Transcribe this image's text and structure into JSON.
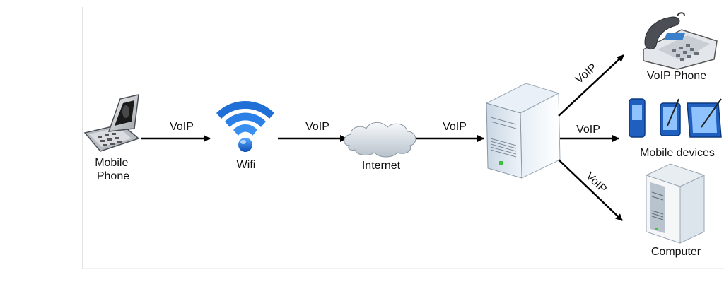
{
  "nodes": {
    "mobile_phone": "Mobile\nPhone",
    "wifi": "Wifi",
    "internet": "Internet",
    "voip_phone": "VoIP Phone",
    "mobile_devices": "Mobile devices",
    "computer": "Computer"
  },
  "edges": {
    "phone_to_wifi": "VoIP",
    "wifi_to_internet": "VoIP",
    "internet_to_server": "VoIP",
    "server_to_voip_phone": "VoIP",
    "server_to_mobile_devices": "VoIP",
    "server_to_computer": "VoIP"
  }
}
